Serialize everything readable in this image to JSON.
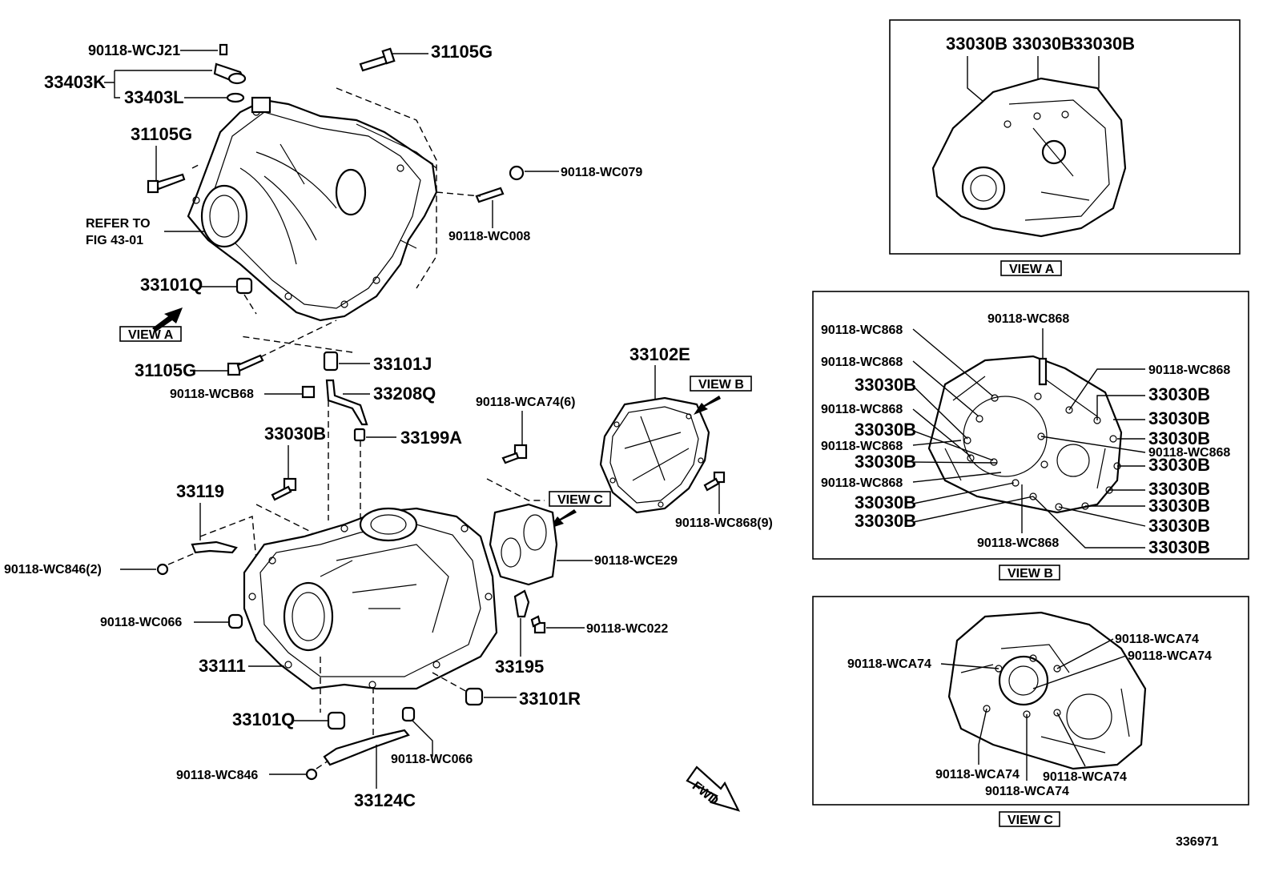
{
  "labels": {
    "p90118_wcj21": "90118-WCJ21",
    "p33403k": "33403K",
    "p33403l": "33403L",
    "p31105g_top": "31105G",
    "p31105g_left": "31105G",
    "p31105g_mid": "31105G",
    "p90118_wc079": "90118-WC079",
    "p90118_wc008": "90118-WC008",
    "refer_to_line1": "REFER TO",
    "refer_to_line2": "FIG 43-01",
    "p33101q_top": "33101Q",
    "view_a_arrow": "VIEW A",
    "p33101j": "33101J",
    "p90118_wcb68": "90118-WCB68",
    "p33208q": "33208Q",
    "p33199a": "33199A",
    "p90118_wca74_6": "90118-WCA74(6)",
    "p33102e": "33102E",
    "view_b_arrow": "VIEW B",
    "p33030b_mid": "33030B",
    "p33119": "33119",
    "view_c_arrow": "VIEW C",
    "p90118_wc868_9": "90118-WC868(9)",
    "p90118_wc846_2": "90118-WC846(2)",
    "p90118_wce29": "90118-WCE29",
    "p90118_wc066_left": "90118-WC066",
    "p90118_wc022": "90118-WC022",
    "p33111": "33111",
    "p33195": "33195",
    "p33101r": "33101R",
    "p33101q_bottom": "33101Q",
    "p90118_wc066_bottom": "90118-WC066",
    "p90118_wc846": "90118-WC846",
    "p33124c": "33124C",
    "fwd": "FWD",
    "figure_number": "336971"
  },
  "view_a": {
    "caption": "VIEW A",
    "labels": [
      "33030B",
      "33030B",
      "33030B"
    ]
  },
  "view_b": {
    "caption": "VIEW B",
    "left_labels": [
      "90118-WC868",
      "90118-WC868",
      "33030B",
      "90118-WC868",
      "33030B",
      "90118-WC868",
      "33030B",
      "90118-WC868",
      "33030B",
      "33030B"
    ],
    "top_label": "90118-WC868",
    "right_labels": [
      "90118-WC868",
      "33030B",
      "33030B",
      "33030B",
      "90118-WC868",
      "33030B",
      "33030B",
      "33030B",
      "33030B",
      "33030B"
    ],
    "bottom_label": "90118-WC868"
  },
  "view_c": {
    "caption": "VIEW C",
    "labels": [
      "90118-WCA74",
      "90118-WCA74",
      "90118-WCA74",
      "90118-WCA74",
      "90118-WCA74",
      "90118-WCA74"
    ]
  }
}
